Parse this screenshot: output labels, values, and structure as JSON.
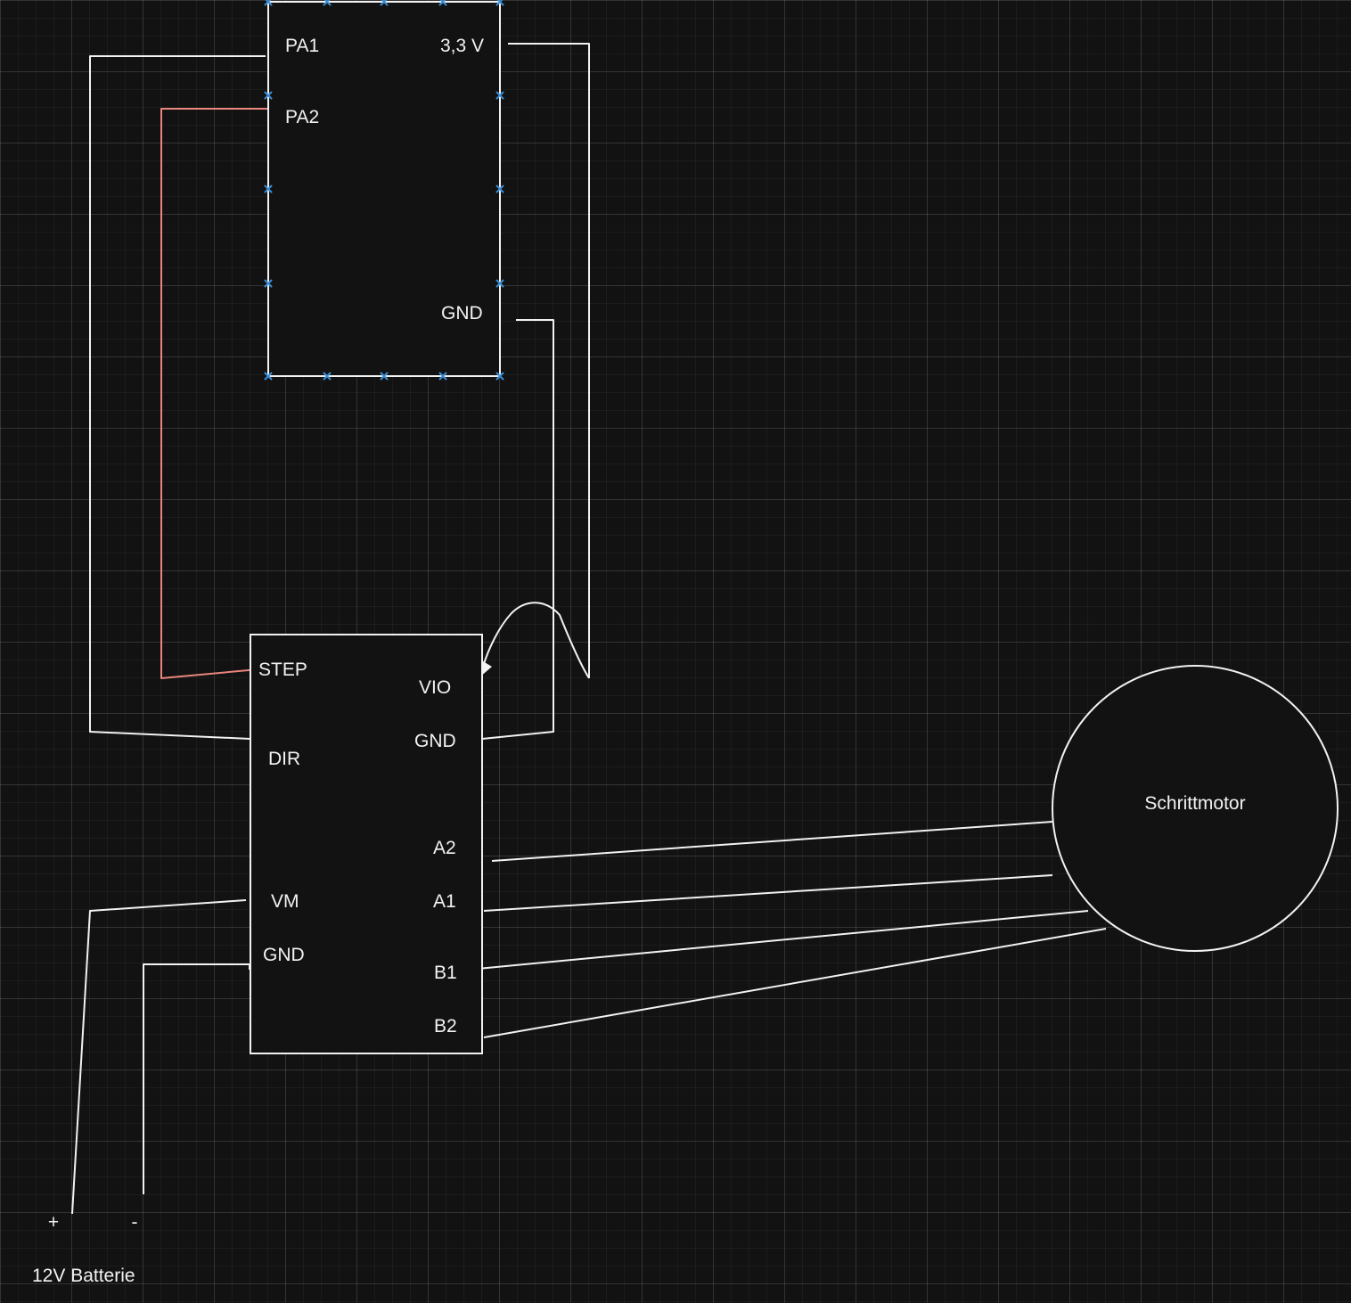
{
  "colors": {
    "background": "#121212",
    "wire": "#f2f2f2",
    "step_wire": "#e8857c",
    "text": "#f2f2f2",
    "selection_handle": "#3c8fd6"
  },
  "microcontroller": {
    "pins_left": [
      "PA1",
      "PA2"
    ],
    "pins_right": [
      "3,3 V",
      "GND"
    ]
  },
  "driver": {
    "pins_left": [
      "STEP",
      "DIR",
      "VM",
      "GND"
    ],
    "pins_right": [
      "VIO",
      "GND",
      "A2",
      "A1",
      "B1",
      "B2"
    ]
  },
  "motor": {
    "label": "Schrittmotor"
  },
  "battery": {
    "plus": "+",
    "minus": "-",
    "label": "12V Batterie"
  }
}
